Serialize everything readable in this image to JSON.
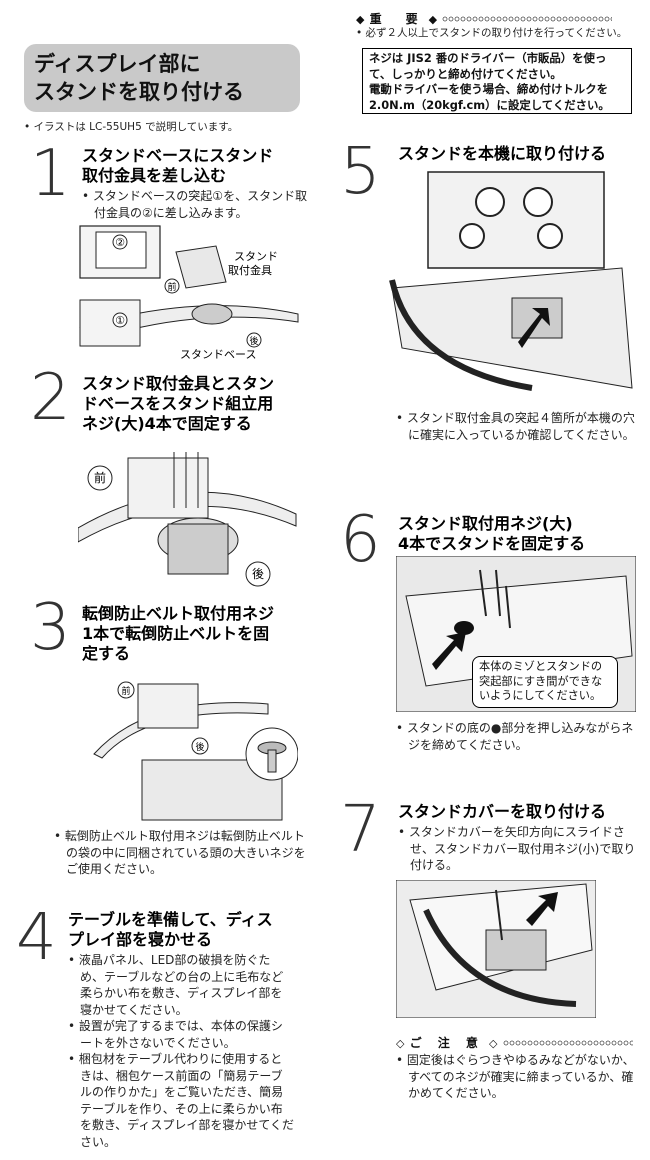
{
  "section_title": {
    "line1": "ディスプレイ部に",
    "line2": "スタンドを取り付ける"
  },
  "intro_note": "• イラストは LC-55UH5 で説明しています。",
  "steps": [
    {
      "num": "1",
      "title_lines": [
        "スタンドベースにスタンド",
        "取付金具を差し込む"
      ],
      "bullets": [
        "スタンドベースの突起①を、スタンド取付金具の②に差し込みます。"
      ],
      "fig_labels": {
        "bracket": [
          "スタンド",
          "取付金具"
        ],
        "base": "スタンドベース",
        "front": "前",
        "back": "後",
        "n1": "①",
        "n2": "②"
      }
    },
    {
      "num": "2",
      "title_lines": [
        "スタンド取付金具とスタン",
        "ドベースをスタンド組立用",
        "ネジ(大)4本で固定する"
      ],
      "fig_labels": {
        "front": "前",
        "back": "後"
      }
    },
    {
      "num": "3",
      "title_lines": [
        "転倒防止ベルト取付用ネジ",
        "1本で転倒防止ベルトを固",
        "定する"
      ],
      "bullets": [
        "転倒防止ベルト取付用ネジは転倒防止ベルトの袋の中に同梱されている頭の大きいネジをご使用ください。"
      ],
      "fig_labels": {
        "front": "前",
        "back": "後"
      }
    },
    {
      "num": "4",
      "title_lines": [
        "テーブルを準備して、ディス",
        "プレイ部を寝かせる"
      ],
      "bullets": [
        "液晶パネル、LED部の破損を防ぐため、テーブルなどの台の上に毛布など柔らかい布を敷き、ディスプレイ部を寝かせてください。",
        "設置が完了するまでは、本体の保護シートを外さないでください。",
        "梱包材をテーブル代わりに使用するときは、梱包ケース前面の「簡易テーブルの作りかた」をご覧いただき、簡易テーブルを作り、その上に柔らかい布を敷き、ディスプレイ部を寝かせてください。"
      ]
    },
    {
      "num": "5",
      "title_lines": [
        "スタンドを本機に取り付ける"
      ],
      "bullets": [
        "スタンド取付金具の突起４箇所が本機の穴に確実に入っているか確認してください。"
      ]
    },
    {
      "num": "6",
      "title_lines": [
        "スタンド取付用ネジ(大)",
        "4本でスタンドを固定する"
      ],
      "callout": "本体のミゾとスタンドの突起部にすき間ができないようにしてください。",
      "bullets": [
        "スタンドの底の●部分を押し込みながらネジを締めてください。"
      ]
    },
    {
      "num": "7",
      "title_lines": [
        "スタンドカバーを取り付ける"
      ],
      "bullets": [
        "スタンドカバーを矢印方向にスライドさせ、スタンドカバー取付用ネジ(小)で取り付ける。"
      ]
    }
  ],
  "important": {
    "heading": "重　要",
    "note": "• 必ず２人以上でスタンドの取り付けを行ってください。",
    "box_lines": [
      "ネジは JIS2 番のドライバー（市販品）を使って、しっかりと締め付けてください。",
      "電動ドライバーを使う場合、締め付けトルクを 2.0N.m（20kgf.cm）に設定してください。"
    ]
  },
  "caution": {
    "heading": "ご 注 意",
    "text": "固定後はぐらつきやゆるみなどがないか、すべてのネジが確実に締まっているか、確かめてください。"
  }
}
